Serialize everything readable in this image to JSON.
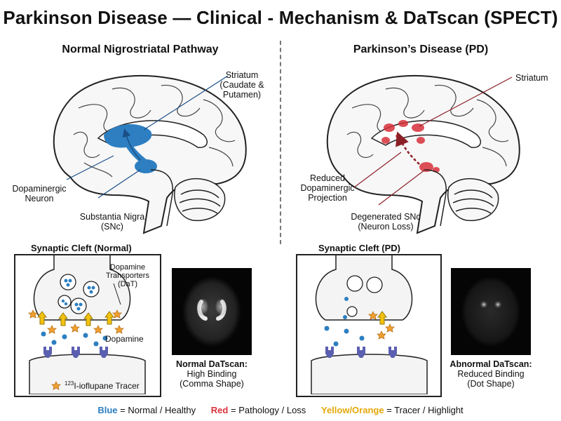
{
  "title": "Parkinson Disease — Clinical - Mechanism & DaTscan (SPECT)",
  "normal": {
    "heading": "Normal Nigrostriatal Pathway",
    "striatum_label": [
      "Striatum",
      "(Caudate &",
      "Putamen)"
    ],
    "neuron_label": [
      "Dopaminergic",
      "Neuron"
    ],
    "snc_label": [
      "Substantia Nigra",
      "(SNc)"
    ],
    "cleft_heading": "Synaptic Cleft (Normal)",
    "dat_label": [
      "Dopamine",
      "Transporters",
      "(DaT)"
    ],
    "dopamine_label": "Dopamine",
    "tracer_mass": "123",
    "tracer_label": "I-ioflupane Tracer",
    "scan_caption_title": "Normal DaTscan:",
    "scan_caption": [
      "High Binding",
      "(Comma Shape)"
    ]
  },
  "pd": {
    "heading": "Parkinson’s Disease (PD)",
    "striatum_label": "Striatum",
    "projection_label": [
      "Reduced",
      "Dopaminergic",
      "Projection"
    ],
    "snc_label": [
      "Degenerated SNc",
      "(Neuron Loss)"
    ],
    "cleft_heading": "Synaptic Cleft (PD)",
    "scan_caption_title": "Abnormal DaTscan:",
    "scan_caption": [
      "Reduced Binding",
      "(Dot Shape)"
    ]
  },
  "legend": {
    "blue_word": "Blue",
    "blue_text": "= Normal / Healthy",
    "red_word": "Red",
    "red_text": "= Pathology / Loss",
    "yellow_word": "Yellow/Orange",
    "yellow_text": "= Tracer / Highlight"
  },
  "colors": {
    "blue": "#2d7fc1",
    "red": "#d8313a",
    "yellow": "#f2c20f",
    "orange": "#f0a030",
    "receptor": "#5a5fb0"
  }
}
